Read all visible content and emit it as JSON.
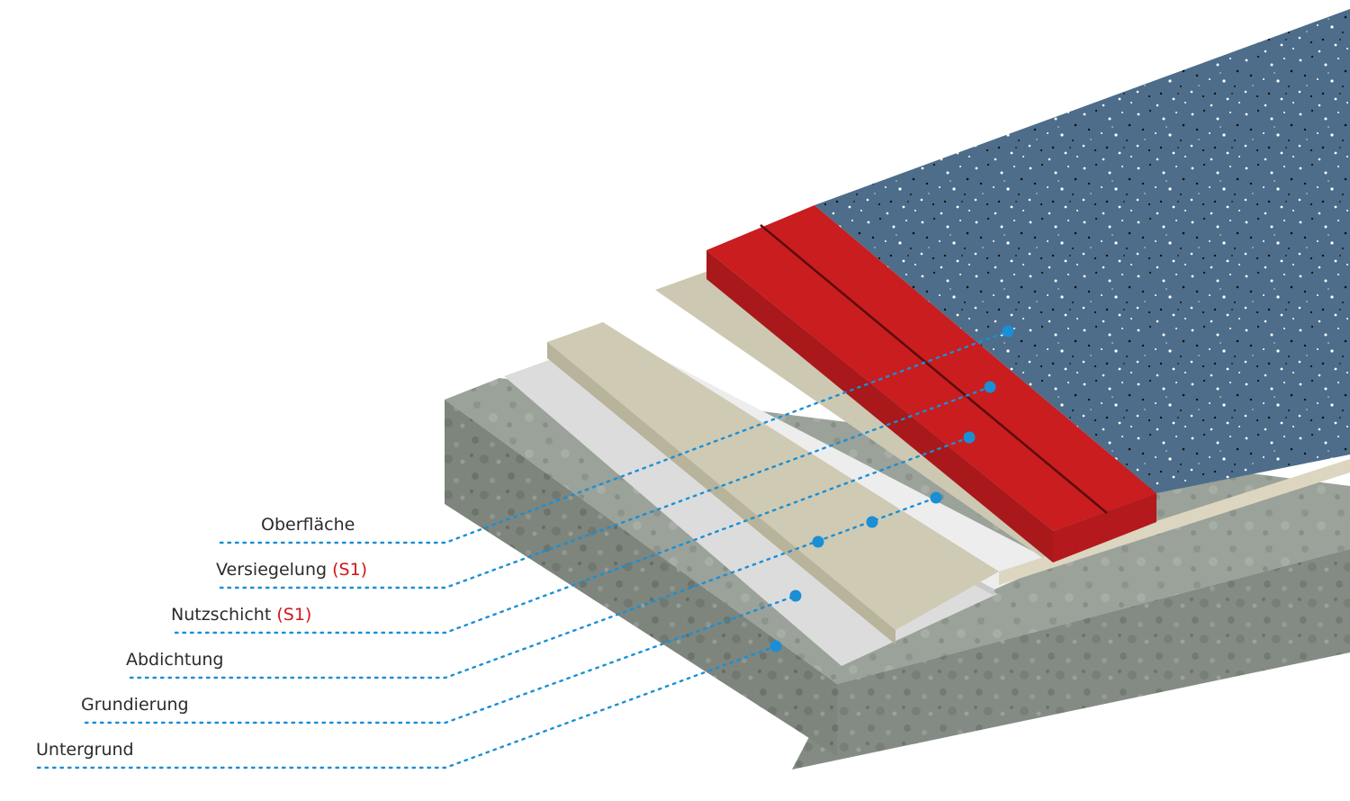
{
  "layers": [
    {
      "id": "oberflaeche",
      "label": "Oberfläche",
      "tag": ""
    },
    {
      "id": "versiegelung",
      "label": "Versiegelung",
      "tag": "(S1)"
    },
    {
      "id": "nutzschicht",
      "label": "Nutzschicht",
      "tag": "(S1)"
    },
    {
      "id": "abdichtung",
      "label": "Abdichtung",
      "tag": ""
    },
    {
      "id": "grundierung",
      "label": "Grundierung",
      "tag": ""
    },
    {
      "id": "untergrund",
      "label": "Untergrund",
      "tag": ""
    }
  ],
  "colors": {
    "leader": "#1a8fd6",
    "tag": "#d0171b",
    "surface": "#4d6d8a",
    "red_layer": "#c61a1d",
    "beige_layer": "#cdc8b2",
    "white_layer": "#ececec",
    "primer_layer": "#dcdcdc",
    "concrete": "#7f877f"
  }
}
